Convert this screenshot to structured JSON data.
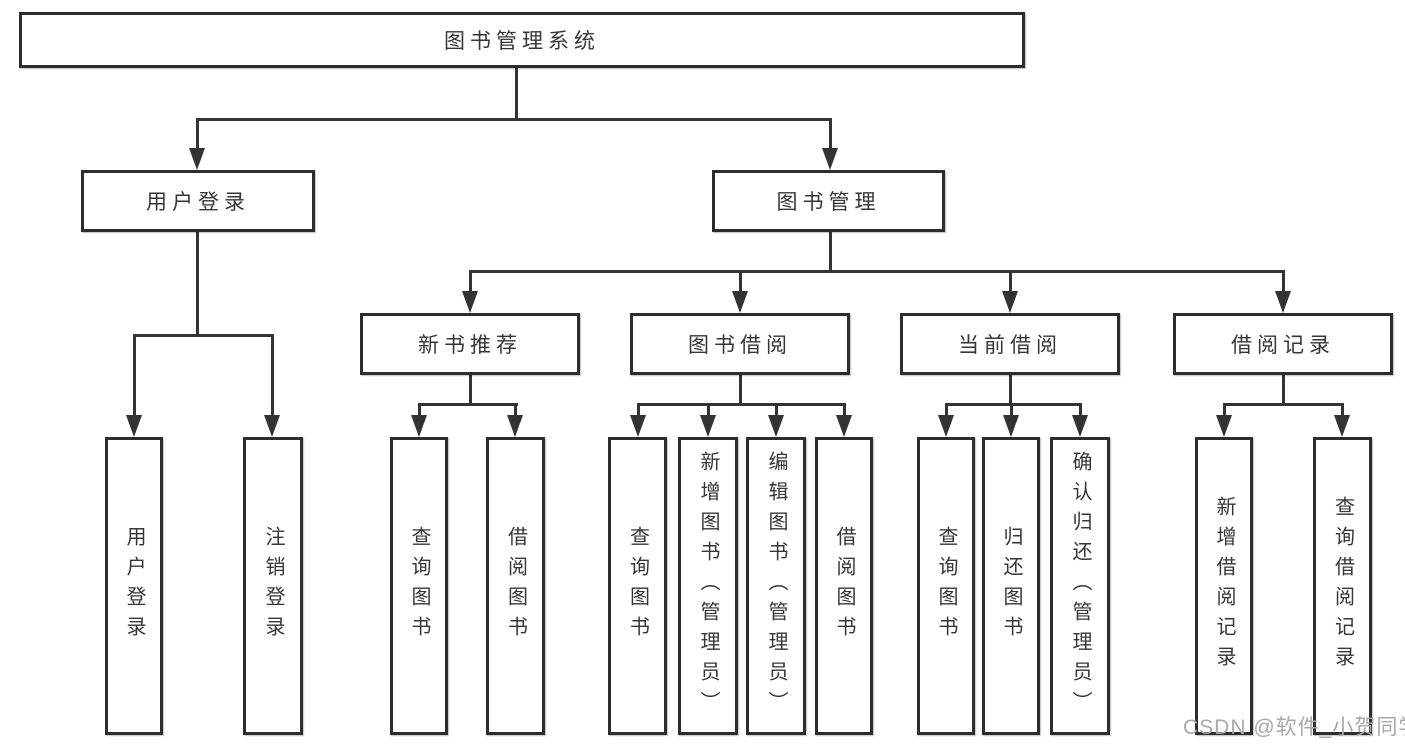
{
  "tree": {
    "label": "图书管理系统",
    "children": [
      {
        "label": "用户登录",
        "children": [
          {
            "label": "用户登录"
          },
          {
            "label": "注销登录"
          }
        ]
      },
      {
        "label": "图书管理",
        "children": [
          {
            "label": "新书推荐",
            "children": [
              {
                "label": "查询图书"
              },
              {
                "label": "借阅图书"
              }
            ]
          },
          {
            "label": "图书借阅",
            "children": [
              {
                "label": "查询图书"
              },
              {
                "label": "新增图书（管理员）"
              },
              {
                "label": "编辑图书（管理员）"
              },
              {
                "label": "借阅图书"
              }
            ]
          },
          {
            "label": "当前借阅",
            "children": [
              {
                "label": "查询图书"
              },
              {
                "label": "归还图书"
              },
              {
                "label": "确认归还（管理员）"
              }
            ]
          },
          {
            "label": "借阅记录",
            "children": [
              {
                "label": "新增借阅记录"
              },
              {
                "label": "查询借阅记录"
              }
            ]
          }
        ]
      }
    ]
  },
  "watermark": {
    "text": "CSDN @软件_小贺同学"
  },
  "colors": {
    "line": "#333333",
    "text": "#363636",
    "box_background": "#ffffff",
    "watermark": "#a8a8ad"
  }
}
